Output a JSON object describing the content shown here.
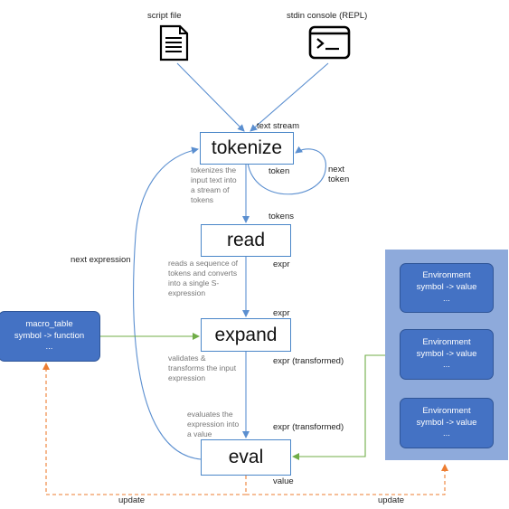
{
  "inputs": {
    "script_file": "script file",
    "stdin_console": "stdin console (REPL)"
  },
  "stages": {
    "tokenize": "tokenize",
    "read": "read",
    "expand": "expand",
    "eval": "eval"
  },
  "descriptions": {
    "tokenize": [
      "tokenizes the",
      "input text into",
      "a stream of",
      "tokens"
    ],
    "read": [
      "reads a sequence of",
      "tokens and converts",
      "into a single S-",
      "expression"
    ],
    "expand": [
      "validates &",
      "transforms the input",
      "expression"
    ],
    "eval": [
      "evaluates the",
      "expression into",
      "a value"
    ]
  },
  "edge_labels": {
    "text_stream": "text stream",
    "token": "token",
    "next_token": [
      "next",
      "token"
    ],
    "tokens": "tokens",
    "expr_read": "expr",
    "expr_expand_in": "expr",
    "expr_transformed_1": "expr (transformed)",
    "expr_transformed_2": "expr (transformed)",
    "next_expression": "next expression",
    "value": "value",
    "update_left": "update",
    "update_right": "update"
  },
  "macro_table": [
    "macro_table",
    "symbol -> function",
    "..."
  ],
  "environments": [
    [
      "Environment",
      "symbol -> value",
      "..."
    ],
    [
      "Environment",
      "symbol -> value",
      "..."
    ],
    [
      "Environment",
      "symbol -> value",
      "..."
    ]
  ],
  "colors": {
    "stage_border": "#4a86c8",
    "arrow_blue": "#5b8fd0",
    "arrow_green": "#70ad47",
    "arrow_orange": "#ed7d31",
    "box_fill": "#4472c4",
    "env_panel": "#8eaadb"
  },
  "icons": {
    "script_file": "document-icon",
    "stdin_console": "terminal-icon"
  }
}
